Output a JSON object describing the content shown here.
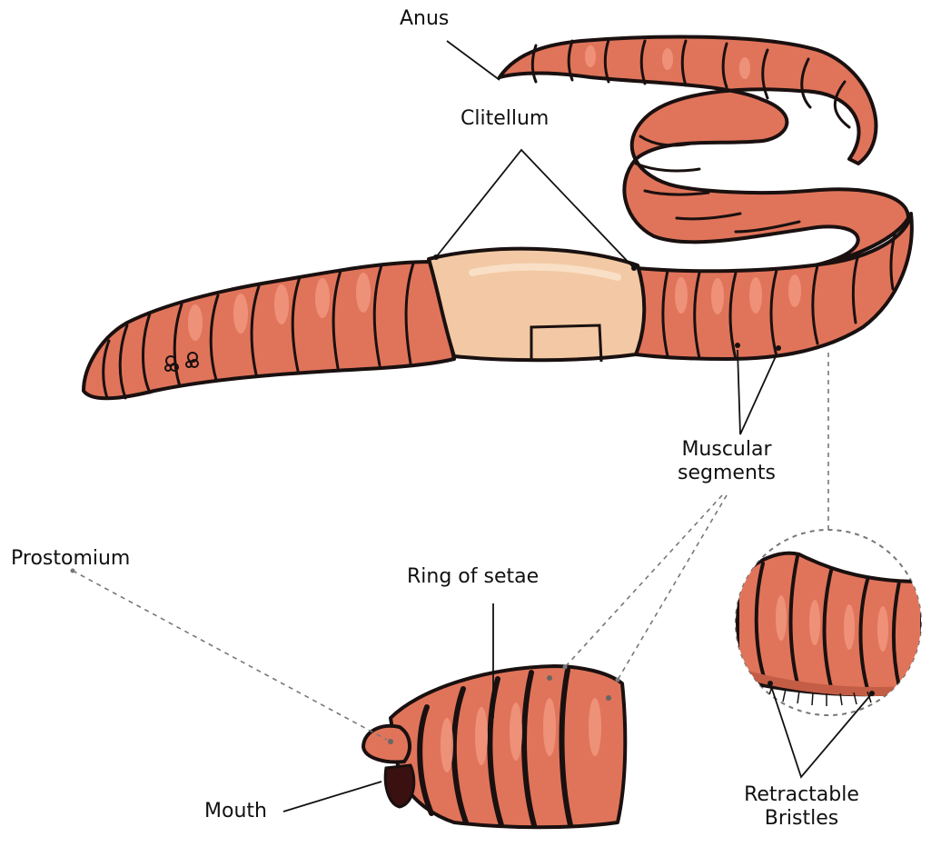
{
  "labels": {
    "anus": "Anus",
    "clitellum": "Clitellum",
    "muscular_segments_line1": "Muscular",
    "muscular_segments_line2": "segments",
    "prostomium": "Prostomium",
    "ring_of_setae": "Ring of setae",
    "mouth": "Mouth",
    "retractable_bristles_line1": "Retractable",
    "retractable_bristles_line2": "Bristles"
  },
  "colors": {
    "body": "#e0745a",
    "body_highlight": "#f0957c",
    "body_shadow": "#c45d45",
    "clitellum": "#f2c9a4",
    "clitellum_highlight": "#f9dfc6",
    "outline": "#1a1010",
    "leader": "#111111",
    "dashed_leader": "#777777"
  }
}
